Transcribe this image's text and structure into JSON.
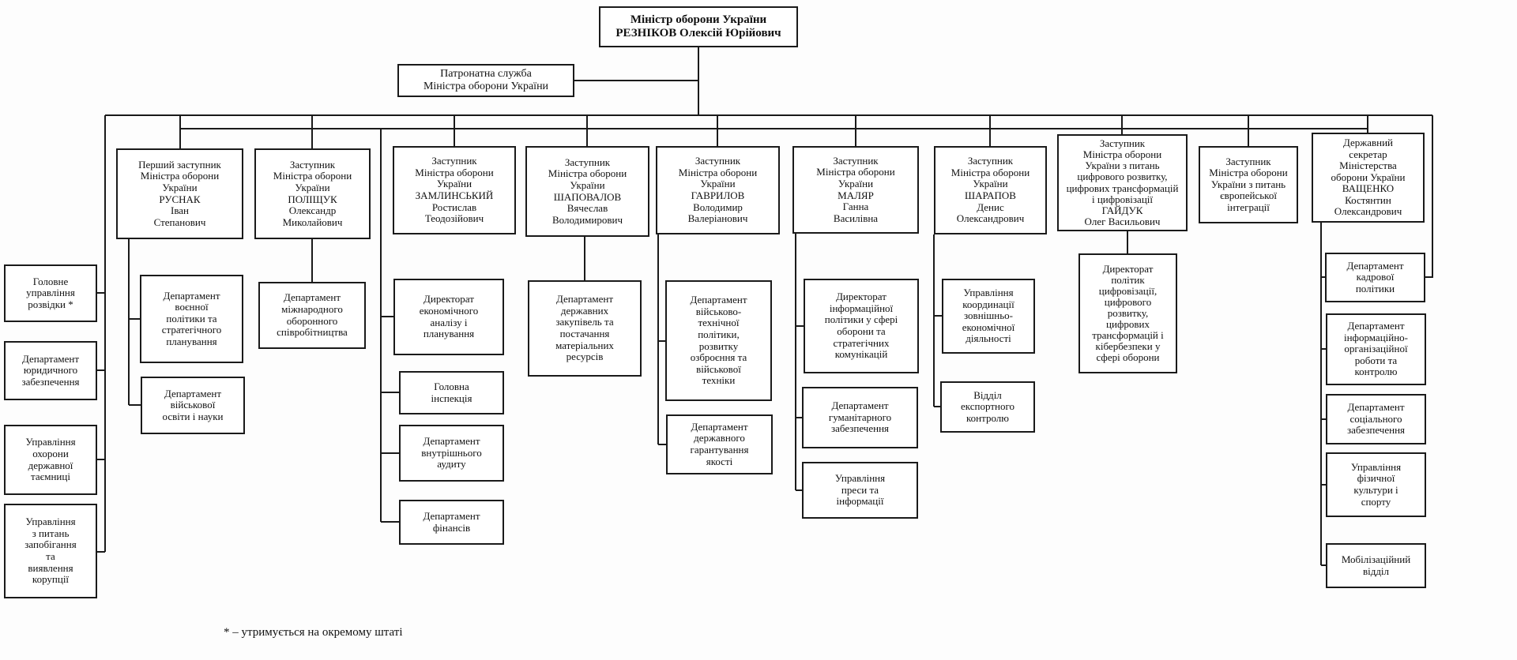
{
  "minister": {
    "text": "Міністр оборони України\nРЕЗНІКОВ Олексій Юрійович"
  },
  "patronat": {
    "text": "Патронатна служба\nМіністра оборони України"
  },
  "minister_units": [
    {
      "text": "Головне\nуправління\nрозвідки *"
    },
    {
      "text": "Департамент\nюридичного\nзабезпечення"
    },
    {
      "text": "Управління\nохорони\nдержавної\nтаємниці"
    },
    {
      "text": "Управління\nз питань\nзапобігання\nта\nвиявлення\nкорупції"
    }
  ],
  "deputies": [
    {
      "text": "Перший заступник\nМіністра оборони\nУкраїни\nРУСНАК\nІван\nСтепанович",
      "children": [
        {
          "text": "Департамент\nвоєнної\nполітики та\nстратегічного\nпланування"
        },
        {
          "text": "Департамент\nвійськової\nосвіти і науки"
        }
      ]
    },
    {
      "text": "Заступник\nМіністра оборони\nУкраїни\nПОЛІЩУК\nОлександр\nМиколайович",
      "children": [
        {
          "text": "Департамент\nміжнародного\nоборонного\nспівробітництва"
        }
      ]
    },
    {
      "text": "Заступник\nМіністра оборони\nУкраїни\nЗАМЛИНСЬКИЙ\nРостислав\nТеодозійович",
      "children": [
        {
          "text": "Директорат\nекономічного\nаналізу і\nпланування"
        },
        {
          "text": "Головна\nінспекція"
        },
        {
          "text": "Департамент\nвнутрішнього\nаудиту"
        },
        {
          "text": "Департамент\nфінансів"
        }
      ]
    },
    {
      "text": "Заступник\nМіністра оборони\nУкраїни\nШАПОВАЛОВ\nВячеслав\nВолодимирович",
      "children": [
        {
          "text": "Департамент\nдержавних\nзакупівель та\nпостачання\nматеріальних\nресурсів"
        }
      ]
    },
    {
      "text": "Заступник\nМіністра оборони\nУкраїни\nГАВРИЛОВ\nВолодимир\nВалеріанович",
      "children": [
        {
          "text": "Департамент\nвійськово-\nтехнічної\nполітики,\nрозвитку\nозброєння та\nвійськової\nтехніки"
        },
        {
          "text": "Департамент\nдержавного\nгарантування\nякості"
        }
      ]
    },
    {
      "text": "Заступник\nМіністра оборони\nУкраїни\nМАЛЯР\nГанна\nВасилівна",
      "children": [
        {
          "text": "Директорат\nінформаційної\nполітики у сфері\nоборони та\nстратегічних\nкомунікацій"
        },
        {
          "text": "Департамент\nгуманітарного\nзабезпечення"
        },
        {
          "text": "Управління\nпреси та\nінформації"
        }
      ]
    },
    {
      "text": "Заступник\nМіністра оборони\nУкраїни\nШАРАПОВ\nДенис\nОлександрович",
      "children": [
        {
          "text": "Управління\nкоординації\nзовнішньо-\nекономічної\nдіяльності"
        },
        {
          "text": "Відділ\nекспортного\nконтролю"
        }
      ]
    },
    {
      "text": "Заступник\nМіністра оборони\nУкраїни з питань\nцифрового розвитку,\nцифрових трансформацій\nі цифровізації\nГАЙДУК\nОлег Васильович",
      "children": [
        {
          "text": "Директорат\nполітик\nцифровізації,\nцифрового\nрозвитку,\nцифрових\nтрансформацій і\nкібербезпеки у\nсфері оборони"
        }
      ]
    },
    {
      "text": "Заступник\nМіністра оборони\nУкраїни з питань\nєвропейської\nінтеграції",
      "children": []
    },
    {
      "text": "Державний\nсекретар\nМіністерства\nоборони України\nВАЩЕНКО\nКостянтин\nОлександрович",
      "children": [
        {
          "text": "Департамент\nкадрової\nполітики"
        },
        {
          "text": "Департамент\nінформаційно-\nорганізаційної\nроботи та\nконтролю"
        },
        {
          "text": "Департамент\nсоціального\nзабезпечення"
        },
        {
          "text": "Управління\nфізичної\nкультури і\nспорту"
        },
        {
          "text": "Мобілізаційний\nвідділ"
        }
      ]
    }
  ],
  "footnote": "* – утримується на окремому штаті"
}
